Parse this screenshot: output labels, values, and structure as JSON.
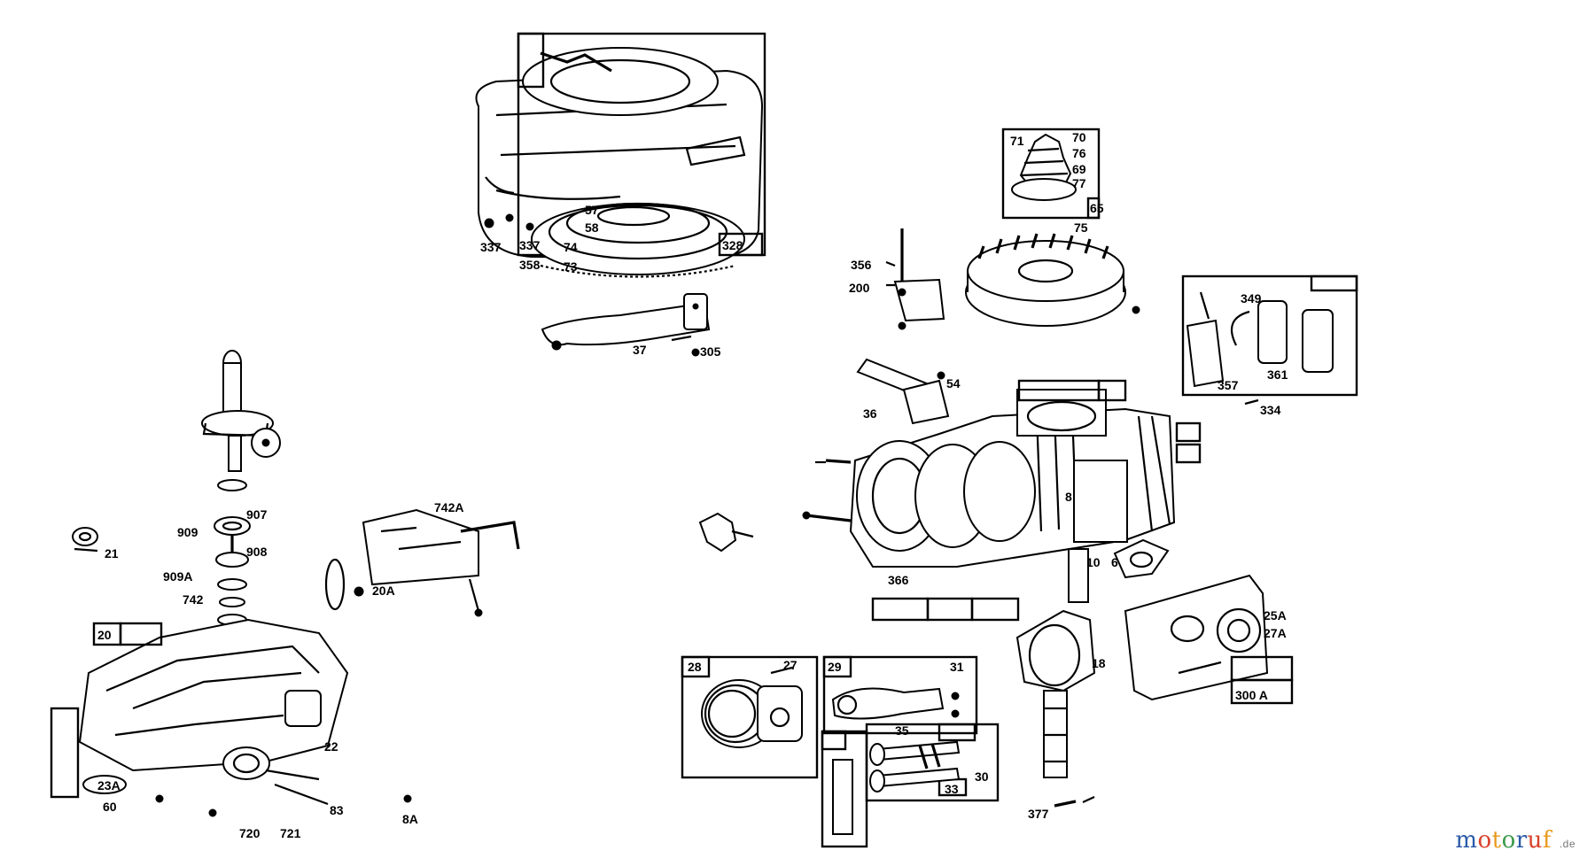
{
  "brand": {
    "logo_text": "motoruf",
    "logo_suffix": ".de",
    "colors": [
      "#2a5aa8",
      "#d8402a",
      "#e89a1e",
      "#3a9a4a"
    ]
  },
  "labels": {
    "l37": "37",
    "l305": "305",
    "l337a": "337",
    "l337b": "337",
    "l358": "358",
    "l57": "57",
    "l58": "58",
    "l74": "74",
    "l73": "73",
    "l328": "328",
    "l71": "71",
    "l70": "70",
    "l76": "76",
    "l69": "69",
    "l77": "77",
    "l75": "75",
    "l65": "65",
    "l356": "356",
    "l200": "200",
    "l349": "349",
    "l361": "361",
    "l357": "357",
    "l334": "334",
    "l54": "54",
    "l36": "36",
    "l8": "8",
    "l10": "10",
    "l366": "366",
    "l377": "377",
    "l25A": "25A",
    "l27A": "27A",
    "l300A": "300 A",
    "l28": "28",
    "l27": "27",
    "l29": "29",
    "l31": "31",
    "l35": "35",
    "l33": "33",
    "l30": "30",
    "l909": "909",
    "l909A": "909A",
    "l742": "742",
    "l742A": "742A",
    "l908": "908",
    "l907": "907",
    "l23A": "23A",
    "l720": "720",
    "l721": "721",
    "l83": "83",
    "l20": "20",
    "l22": "22",
    "l60": "60",
    "l8A": "8A",
    "l20A": "20A",
    "l21": "21",
    "l6": "6",
    "l18": "18"
  }
}
